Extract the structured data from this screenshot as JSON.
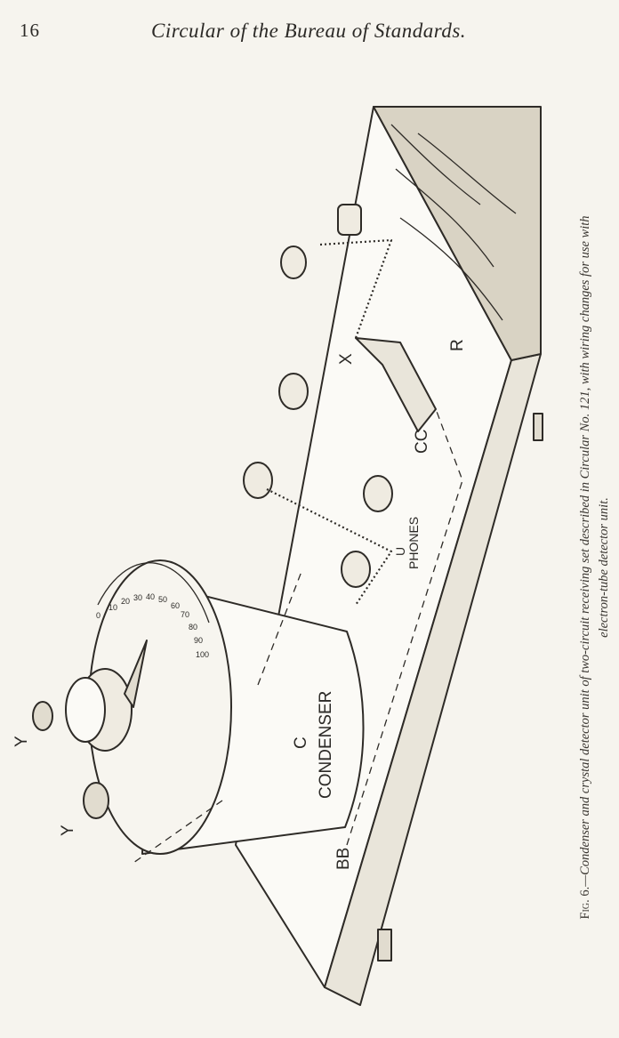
{
  "header": {
    "page_number": "16",
    "running_head": "Circular of the Bureau of Standards."
  },
  "figure": {
    "labels": {
      "condenser_letter": "C",
      "condenser_word": "CONDENSER",
      "terminal_y_top": "Y",
      "terminal_y_bottom": "Y",
      "crystal_x": "X",
      "base_r": "R",
      "cc": "CC",
      "phones": "PHONES",
      "bb": "BB",
      "u": "U"
    },
    "dial_ticks": [
      "0",
      "10",
      "20",
      "30",
      "40",
      "50",
      "60",
      "70",
      "80",
      "90",
      "100"
    ]
  },
  "caption": {
    "lead": "Fig. 6.",
    "line1": "—Condenser and crystal detector unit of two-circuit receiving set described in Circular No. 121, with wiring changes for use with",
    "line2": "electron-tube detector unit."
  }
}
